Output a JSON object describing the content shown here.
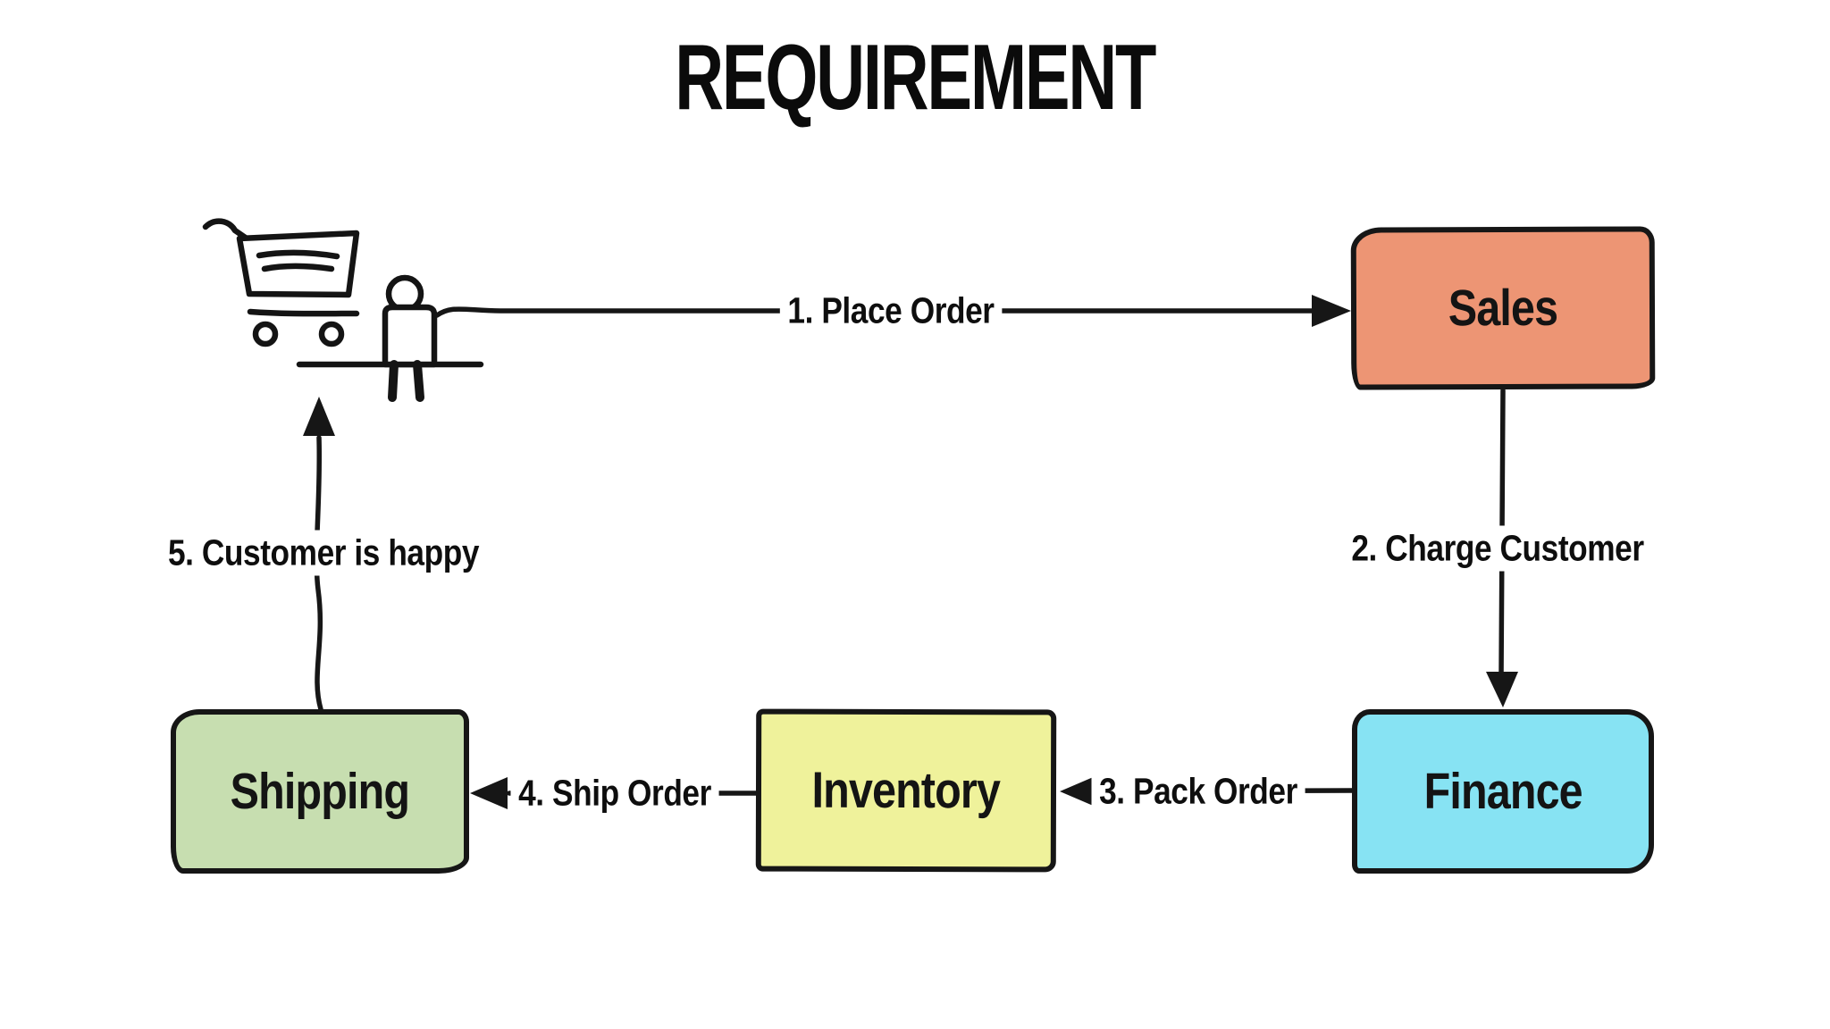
{
  "title": "REQUIREMENT",
  "nodes": {
    "customer": {
      "icon": "shopping-cart-customer-icon"
    },
    "sales": {
      "label": "Sales",
      "fill": "#ED9574"
    },
    "finance": {
      "label": "Finance",
      "fill": "#87E3F3"
    },
    "inventory": {
      "label": "Inventory",
      "fill": "#EFF29B"
    },
    "shipping": {
      "label": "Shipping",
      "fill": "#C7DEB0"
    }
  },
  "edges": {
    "e1": {
      "label": "1. Place Order",
      "from": "customer",
      "to": "sales",
      "direction": "right"
    },
    "e2": {
      "label": "2. Charge Customer",
      "from": "sales",
      "to": "finance",
      "direction": "down"
    },
    "e3": {
      "label": "3. Pack Order",
      "from": "finance",
      "to": "inventory",
      "direction": "left"
    },
    "e4": {
      "label": "4. Ship Order",
      "from": "inventory",
      "to": "shipping",
      "direction": "left"
    },
    "e5": {
      "label": "5. Customer is happy",
      "from": "shipping",
      "to": "customer",
      "direction": "up"
    }
  },
  "colors": {
    "background": "#FFFFFF",
    "stroke": "#161616",
    "sales_fill": "#ED9574",
    "finance_fill": "#87E3F3",
    "inventory_fill": "#EFF29B",
    "shipping_fill": "#C7DEB0"
  }
}
